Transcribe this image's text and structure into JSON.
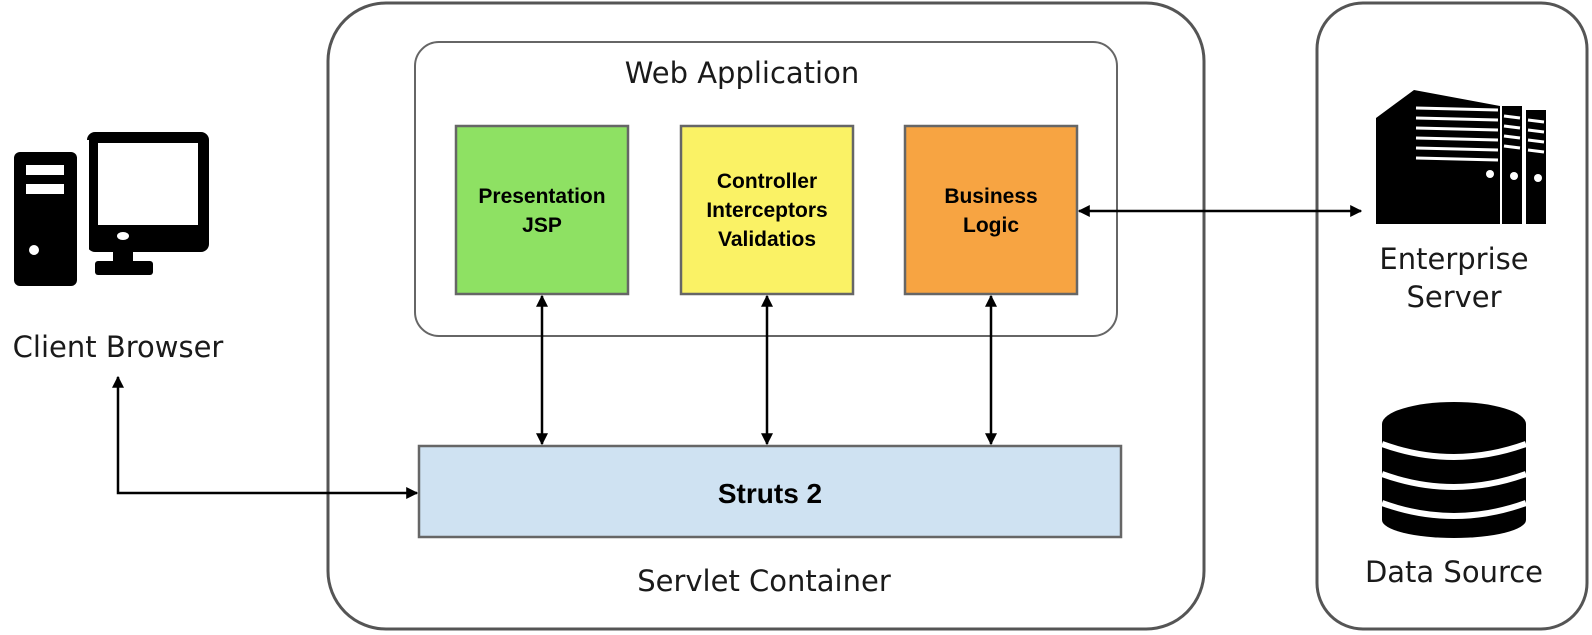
{
  "nodes": {
    "client_browser": {
      "label": "Client Browser",
      "icon": "desktop-computer-icon"
    },
    "servlet_container": {
      "label": "Servlet Container"
    },
    "web_application": {
      "label": "Web Application"
    },
    "presentation": {
      "lines": [
        "Presentation",
        "JSP"
      ],
      "color": "#8EE163"
    },
    "controller": {
      "lines": [
        "Controller",
        "Interceptors",
        "Validatios"
      ],
      "color": "#FAF265"
    },
    "business_logic": {
      "lines": [
        "Business",
        "Logic"
      ],
      "color": "#F7A442"
    },
    "struts": {
      "label": "Struts 2",
      "color": "#CFE2F2"
    },
    "enterprise_server": {
      "lines": [
        "Enterprise",
        "Server"
      ],
      "icon": "server-building-icon"
    },
    "data_source": {
      "label": "Data Source",
      "icon": "database-icon"
    }
  },
  "edges": [
    {
      "from": "client_browser",
      "to": "struts",
      "direction": "both"
    },
    {
      "from": "presentation",
      "to": "struts",
      "direction": "both"
    },
    {
      "from": "controller",
      "to": "struts",
      "direction": "both"
    },
    {
      "from": "business_logic",
      "to": "struts",
      "direction": "both"
    },
    {
      "from": "business_logic",
      "to": "enterprise_server",
      "direction": "both"
    }
  ]
}
